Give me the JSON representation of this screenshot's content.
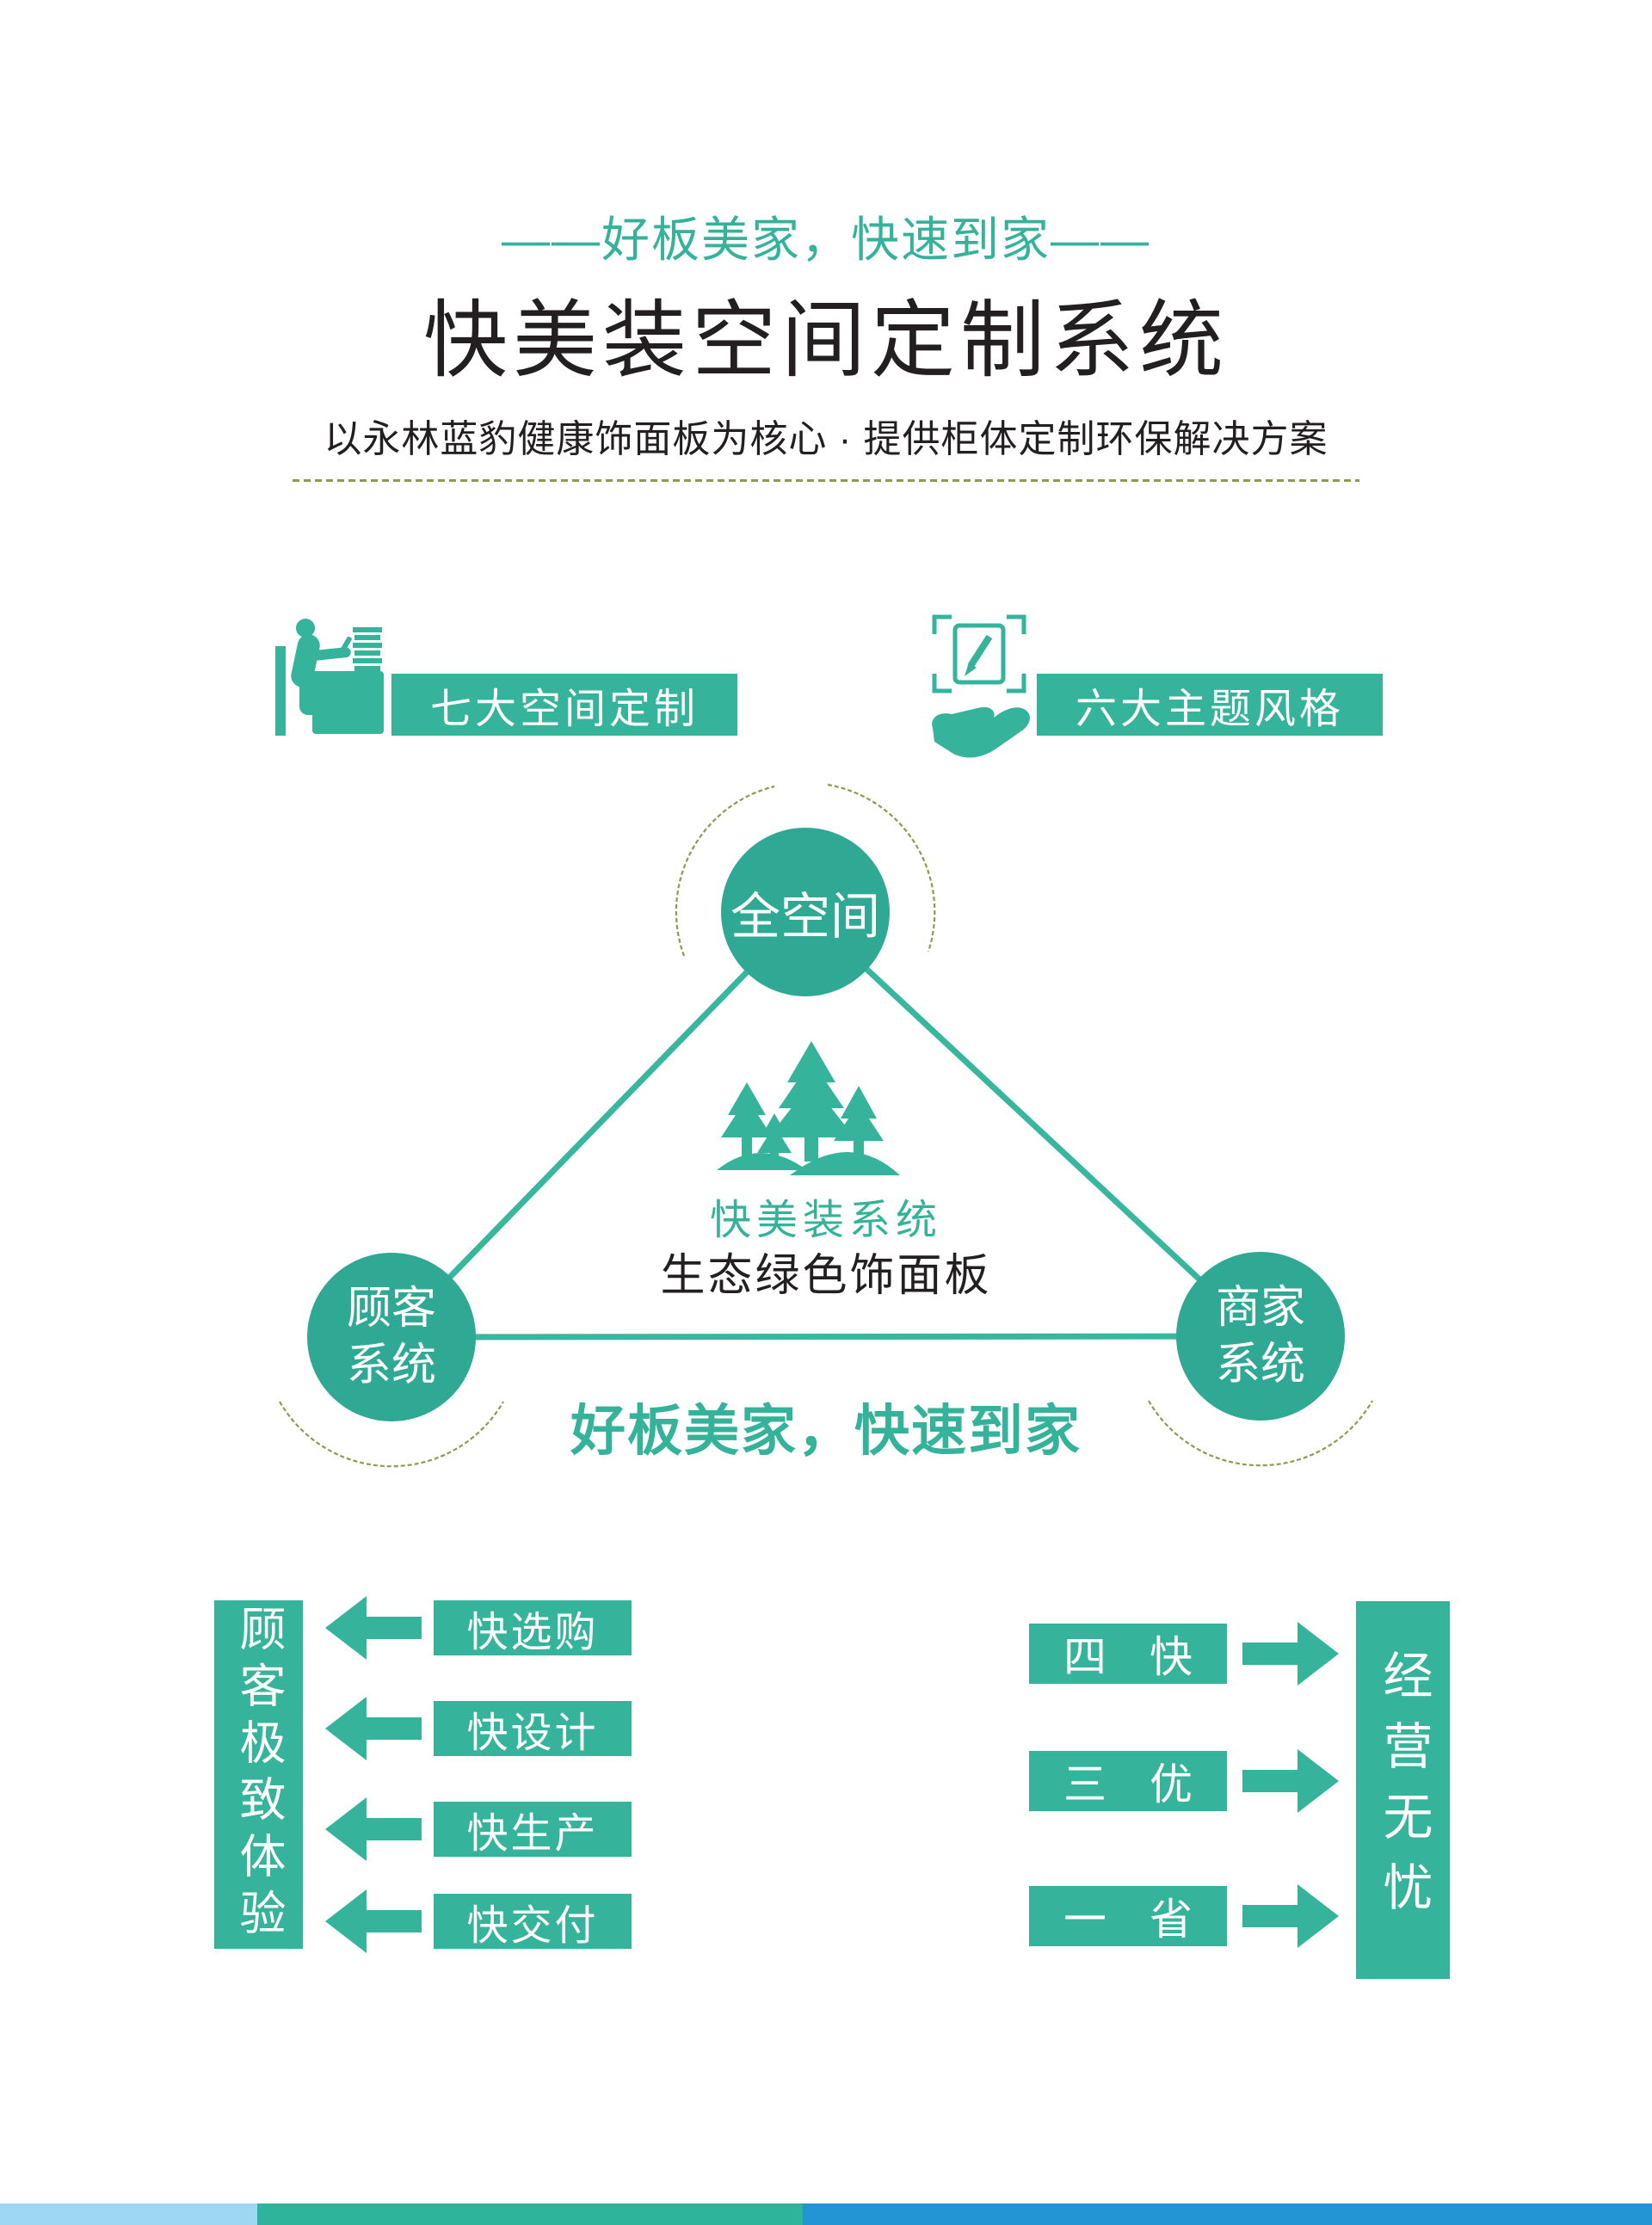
{
  "colors": {
    "teal": "#36B39B",
    "teal_circle": "#2FA894",
    "olive": "#8B9B4F",
    "dark_text": "#231F20",
    "footer_lightblue": "#9ED7F1",
    "footer_green": "#2DB49B",
    "footer_blue": "#2395D5"
  },
  "header": {
    "slogan": "——好板美家，快速到家——",
    "title": "快美装空间定制系统",
    "subtitle": "以永林蓝豹健康饰面板为核心 · 提供柜体定制环保解决方案"
  },
  "features": [
    {
      "icon": "person-desk-icon",
      "label": "七大空间定制"
    },
    {
      "icon": "design-hand-icon",
      "label": "六大主题风格"
    }
  ],
  "diagram": {
    "top_node": "全空间",
    "left_node_line1": "顾客",
    "left_node_line2": "系统",
    "right_node_line1": "商家",
    "right_node_line2": "系统",
    "center_icon": "pine-trees-icon",
    "center_title": "快美装系统",
    "center_subtitle": "生态绿色饰面板",
    "slogan": "好板美家，快速到家"
  },
  "customer_flow": {
    "bar_label": "顾客极致体验",
    "items": [
      "快选购",
      "快设计",
      "快生产",
      "快交付"
    ]
  },
  "merchant_flow": {
    "bar_label": "经营无忧",
    "items": [
      "四　快",
      "三　优",
      "一　省"
    ]
  }
}
